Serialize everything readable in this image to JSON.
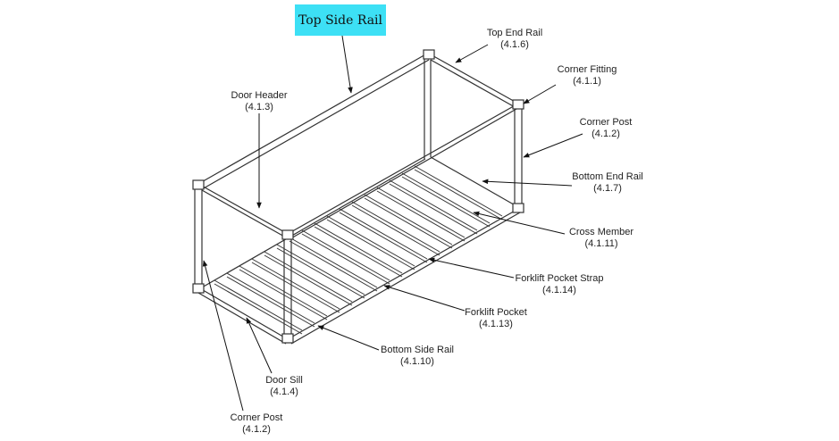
{
  "highlight": {
    "label": "Top Side Rail",
    "color": "#3de0f5"
  },
  "labels": [
    {
      "name": "Top End Rail",
      "code": "(4.1.6)"
    },
    {
      "name": "Corner Fitting",
      "code": "(4.1.1)"
    },
    {
      "name": "Corner Post",
      "code": "(4.1.2)"
    },
    {
      "name": "Bottom End Rail",
      "code": "(4.1.7)"
    },
    {
      "name": "Cross Member",
      "code": "(4.1.11)"
    },
    {
      "name": "Forklift Pocket Strap",
      "code": "(4.1.14)"
    },
    {
      "name": "Forklift Pocket",
      "code": "(4.1.13)"
    },
    {
      "name": "Bottom Side Rail",
      "code": "(4.1.10)"
    },
    {
      "name": "Door Sill",
      "code": "(4.1.4)"
    },
    {
      "name": "Corner Post",
      "code": "(4.1.2)"
    },
    {
      "name": "Door Header",
      "code": "(4.1.3)"
    }
  ]
}
